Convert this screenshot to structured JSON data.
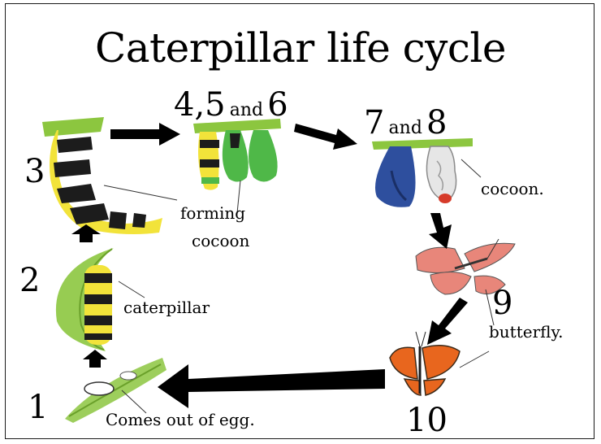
{
  "title": "Caterpillar life cycle",
  "stages": {
    "s1": "1",
    "s2": "2",
    "s3": "3",
    "s456_a": "4,5",
    "s456_and": "and",
    "s456_b": "6",
    "s78_a": "7",
    "s78_and": "and",
    "s78_b": "8",
    "s9": "9",
    "s10": "10"
  },
  "labels": {
    "forming_1": "forming",
    "forming_2": "cocoon",
    "cocoon": "cocoon.",
    "caterpillar": "caterpillar",
    "butterfly": "butterfly.",
    "egg": "Comes out of egg."
  },
  "colors": {
    "leaf": "#8cc63f",
    "caterpillar_yellow": "#f2e33a",
    "stripe": "#1c1c1c",
    "cocoon_green": "#4fb848",
    "cocoon_blue": "#2e4f9e",
    "butterfly_pink": "#e8867a",
    "butterfly_orange": "#e8661e",
    "arrow": "#000000"
  }
}
